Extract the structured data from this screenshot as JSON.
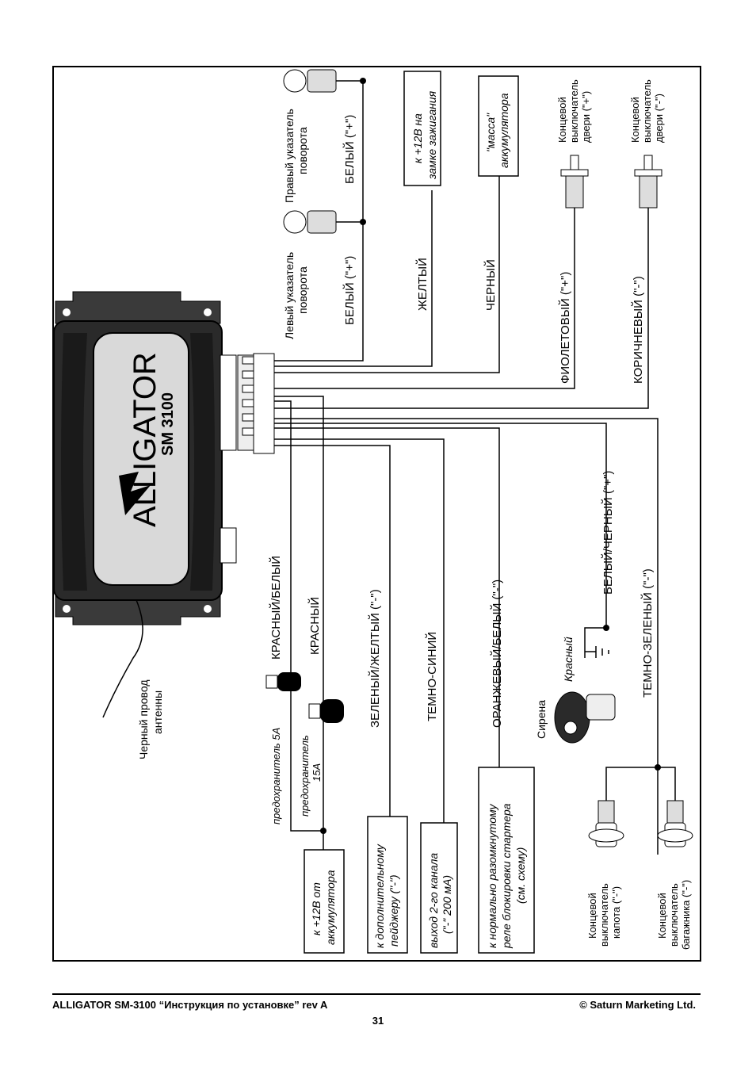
{
  "brand": {
    "logo_text": "ALLIGATOR",
    "model_text": "SM 3100"
  },
  "wires": {
    "white_plus_left": "БЕЛЫЙ (\"+\")",
    "white_plus_right": "БЕЛЫЙ (\"+\")",
    "yellow": "ЖЕЛТЫЙ",
    "black": "ЧЕРНЫЙ",
    "violet": "ФИОЛЕТОВЫЙ (\"+\")",
    "brown": "КОРИЧНЕВЫЙ (\"-\")",
    "red_white": "КРАСНЫЙ/БЕЛЫЙ",
    "red": "КРАСНЫЙ",
    "green_yellow": "ЗЕЛЕНЫЙ/ЖЕЛТЫЙ (\"-\")",
    "dark_blue": "ТЕМНО-СИНИЙ",
    "orange_white": "ОРАНЖЕВЫЙ/БЕЛЫЙ (\"-\")",
    "white_black": "БЕЛЫЙ/ЧЕРНЫЙ (\"+\")",
    "dark_green": "ТЕМНО-ЗЕЛЕНЫЙ (\"-\")"
  },
  "labels": {
    "left_turn_1": "Левый указатель",
    "left_turn_2": "поворота",
    "right_turn_1": "Правый указатель",
    "right_turn_2": "поворота",
    "ignition_1": "к +12В на",
    "ignition_2": "замке зажигания",
    "ground_1": "\"масса\"",
    "ground_2": "аккумулятора",
    "door_plus_1": "Концевой",
    "door_plus_2": "выключатель",
    "door_plus_3": "двери (\"+\")",
    "door_minus_1": "Концевой",
    "door_minus_2": "выключатель",
    "door_minus_3": "двери (\"-\")",
    "antenna_1": "Черный провод",
    "antenna_2": "антенны",
    "fuse5_1": "предохранитель 5А",
    "fuse15_1": "предохранитель",
    "fuse15_2": "15А",
    "battery_1": "к +12В от",
    "battery_2": "аккумулятора",
    "pager_1": "к дополнительному",
    "pager_2": "пейджеру (\"-\")",
    "ch2_1": "выход 2-го канала",
    "ch2_2": "(\"-\" 200 мА)",
    "starter_1": "к нормально разомкнутому",
    "starter_2": "реле блокировки стартера",
    "starter_3": "(см. схему)",
    "siren": "Сирена",
    "siren_red": "Красный",
    "hood_1": "Концевой",
    "hood_2": "выключатель",
    "hood_3": "капота (\"-\")",
    "trunk_1": "Концевой",
    "trunk_2": "выключатель",
    "trunk_3": "багажника (\"-\")"
  },
  "footer": {
    "title": "ALLIGATOR SM-3100 “Инструкция по установке” rev A",
    "copyright": "© Saturn Marketing Ltd.",
    "page": "31"
  }
}
